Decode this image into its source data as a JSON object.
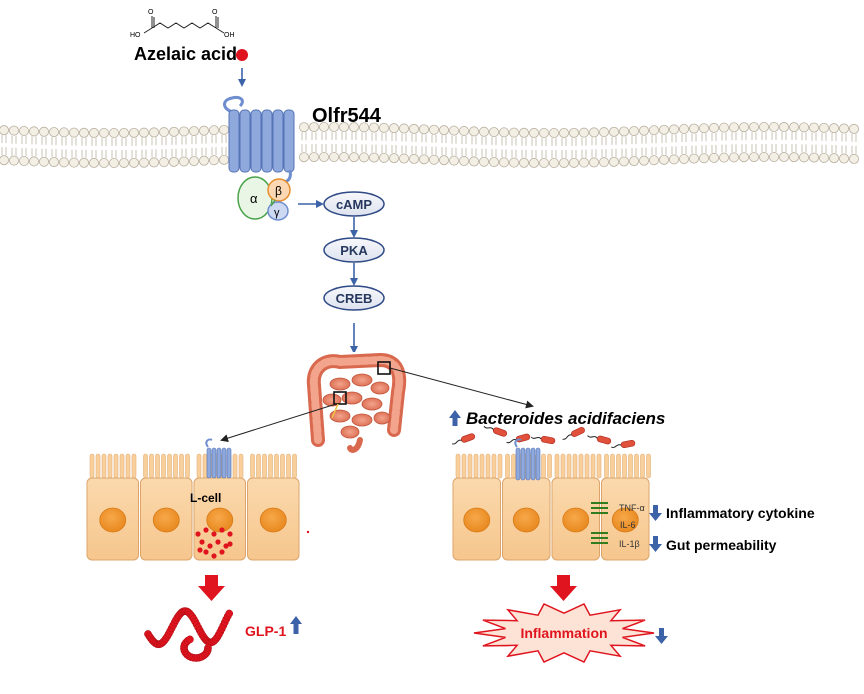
{
  "ligand": {
    "name": "Azelaic acid",
    "ho_left": "HO",
    "oh_right": "OH",
    "o_left": "O",
    "o_right": "O"
  },
  "receptor": {
    "name": "Olfr544"
  },
  "g_protein": {
    "alpha": "α",
    "beta": "β",
    "gamma": "γ"
  },
  "cascade": [
    "cAMP",
    "PKA",
    "CREB"
  ],
  "left_branch": {
    "cell_label": "L-cell",
    "product": "GLP-1",
    "product_trend": "up"
  },
  "right_branch": {
    "bacteria": "Bacteroides acidifaciens",
    "bacteria_trend": "up",
    "cytokines": [
      "TNF-α",
      "IL-6",
      "IL-1β"
    ],
    "effects": [
      {
        "label": "Inflammatory cytokine",
        "trend": "down"
      },
      {
        "label": "Gut permeability",
        "trend": "down"
      }
    ],
    "outcome": "Inflammation",
    "outcome_trend": "down"
  },
  "colors": {
    "arrow_blue": "#3c63a8",
    "red": "#e0141e",
    "cell_fill": "#f9cf9c",
    "nucleus": "#f1942b",
    "receptor": "#8fa9dd",
    "node_fill": "#eef0f6",
    "gut": "#e58a70",
    "burst_fill": "#fde3d6"
  }
}
